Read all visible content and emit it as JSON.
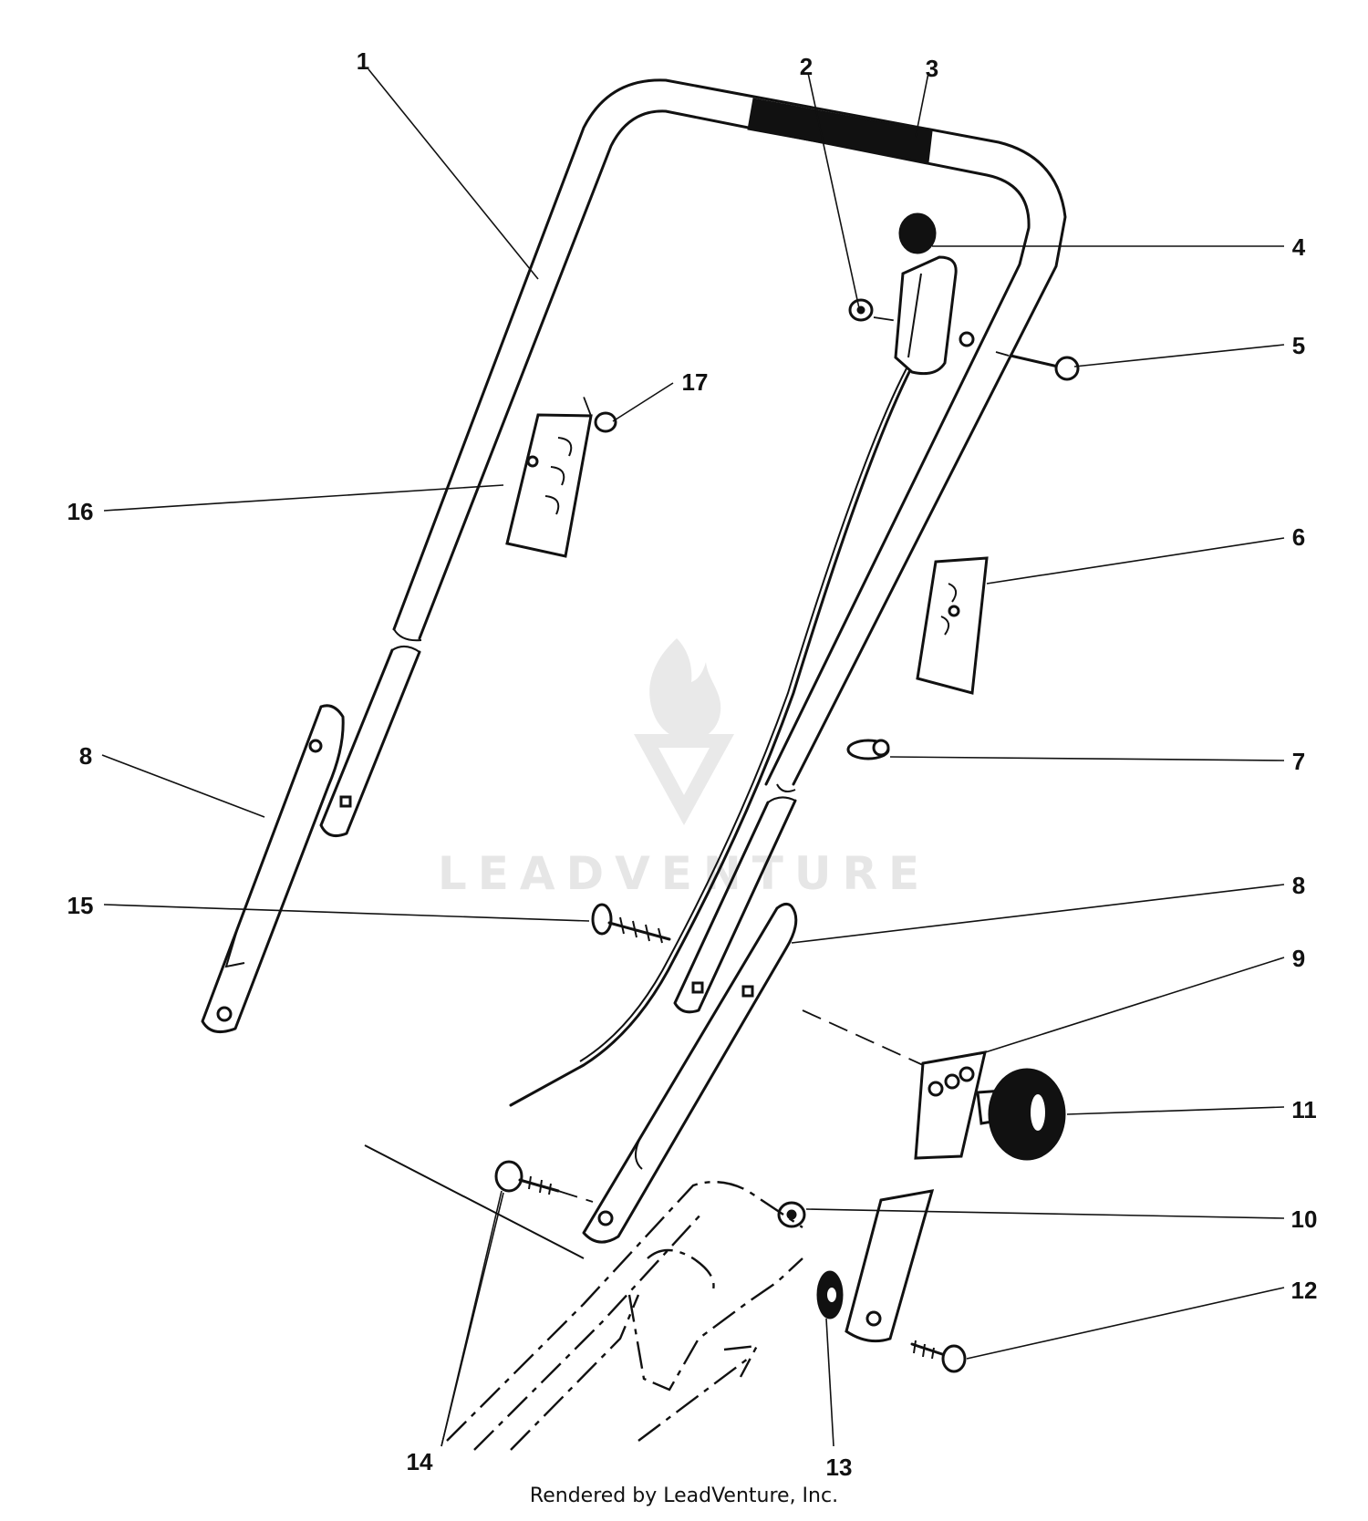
{
  "watermark": {
    "brand_text": "LEADVENTURE"
  },
  "callouts": [
    {
      "id": "c1",
      "label": "1"
    },
    {
      "id": "c2",
      "label": "2"
    },
    {
      "id": "c3",
      "label": "3"
    },
    {
      "id": "c4",
      "label": "4"
    },
    {
      "id": "c5",
      "label": "5"
    },
    {
      "id": "c6",
      "label": "6"
    },
    {
      "id": "c7",
      "label": "7"
    },
    {
      "id": "c8a",
      "label": "8"
    },
    {
      "id": "c8b",
      "label": "8"
    },
    {
      "id": "c9",
      "label": "9"
    },
    {
      "id": "c10",
      "label": "10"
    },
    {
      "id": "c11",
      "label": "11"
    },
    {
      "id": "c12",
      "label": "12"
    },
    {
      "id": "c13",
      "label": "13"
    },
    {
      "id": "c14",
      "label": "14"
    },
    {
      "id": "c15",
      "label": "15"
    },
    {
      "id": "c16",
      "label": "16"
    },
    {
      "id": "c17",
      "label": "17"
    }
  ],
  "footer": {
    "credit": "Rendered by LeadVenture, Inc."
  }
}
